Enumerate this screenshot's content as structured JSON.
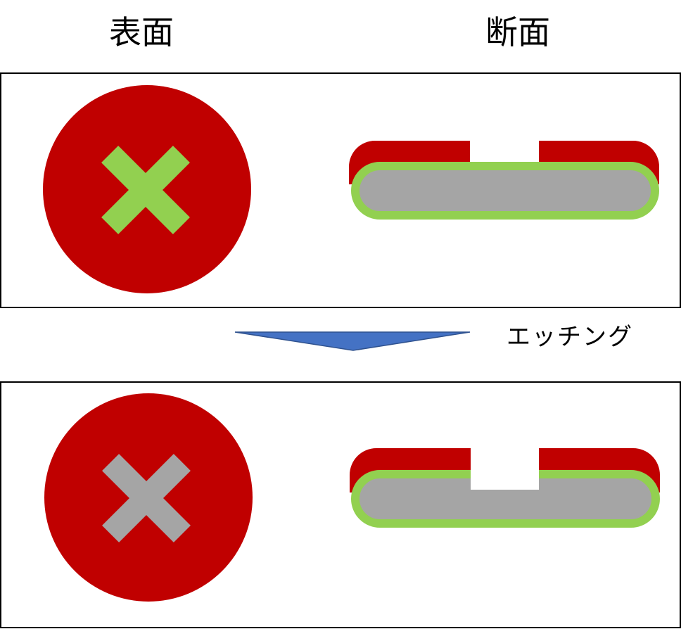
{
  "headings": {
    "surface": "表面",
    "cross_section": "断面"
  },
  "process": {
    "step_label": "エッチング"
  },
  "colors": {
    "red_layer": "#C00000",
    "green_layer": "#92D050",
    "gray_core": "#A5A5A5",
    "arrow_fill": "#4472C4",
    "arrow_stroke": "#2F528F",
    "frame_stroke": "#000000"
  }
}
